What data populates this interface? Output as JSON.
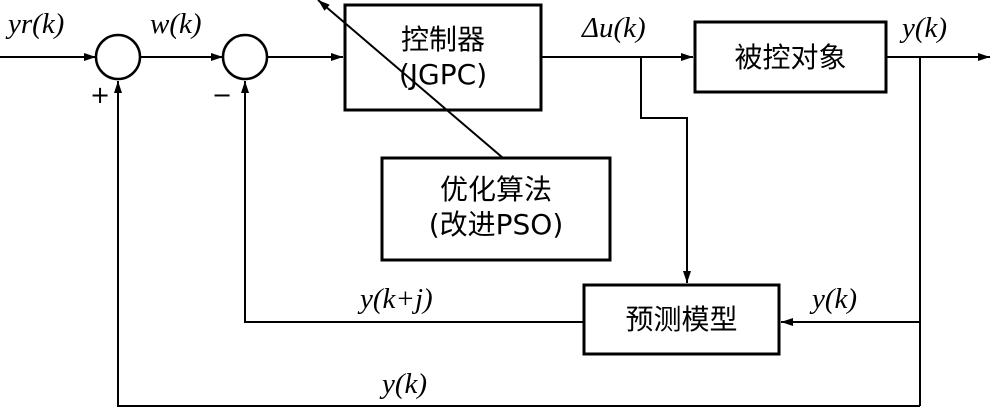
{
  "signals": {
    "yr_k": "yr(k)",
    "w_k": "w(k)",
    "du_k": "Δu(k)",
    "y_k_out": "y(k)",
    "y_kj": "y(k+j)",
    "y_k_model_in": "y(k)",
    "y_k_feedback": "y(k)"
  },
  "signs": {
    "sum1_plus": "+",
    "sum2_minus": "−"
  },
  "blocks": {
    "controller_title": "控制器",
    "controller_sub": "(JGPC)",
    "plant": "被控对象",
    "optimizer_title": "优化算法",
    "optimizer_sub": "(改进PSO)",
    "model": "预测模型"
  }
}
